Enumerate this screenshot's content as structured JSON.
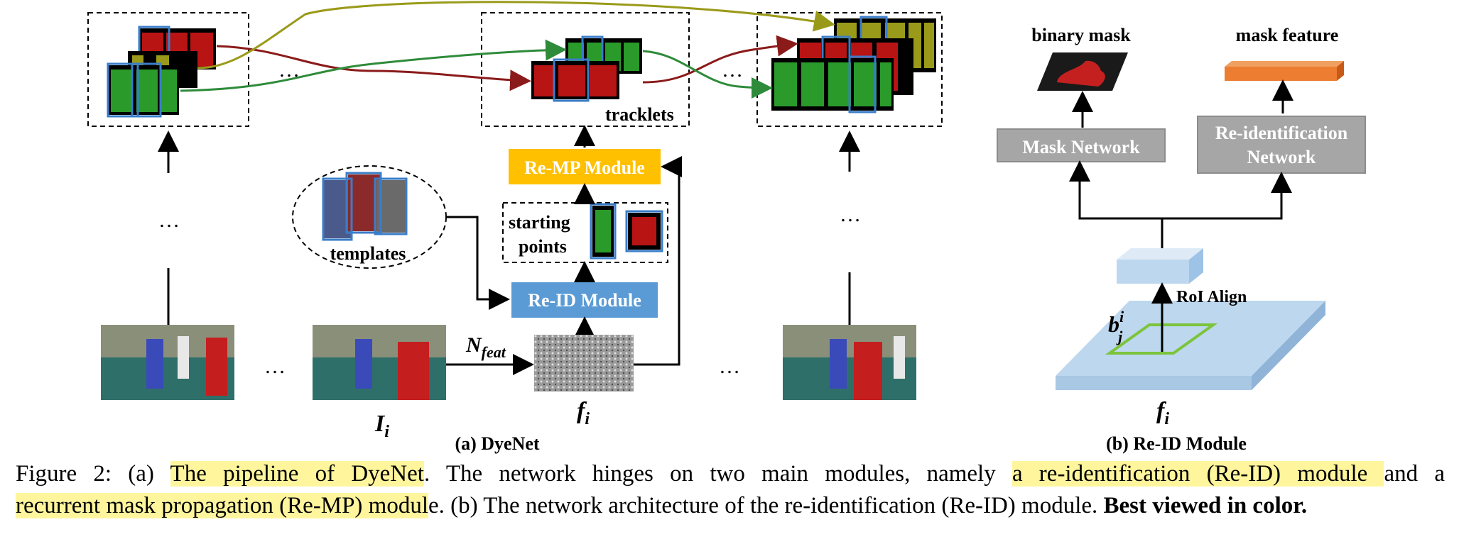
{
  "panel_a": {
    "subcaption": "(a) DyeNet",
    "labels": {
      "tracklets": "tracklets",
      "remp_module": "Re-MP Module",
      "starting": "starting",
      "points": "points",
      "templates": "templates",
      "reid_module": "Re-ID Module",
      "n_symbol": "N",
      "n_sub": "feat",
      "frame_symbol": "I",
      "frame_sub": "i",
      "feature_symbol": "f",
      "feature_sub": "i",
      "ellipsis": "…"
    }
  },
  "panel_b": {
    "subcaption": "(b) Re-ID Module",
    "labels": {
      "binary_mask": "binary mask",
      "mask_feature": "mask feature",
      "mask_network": "Mask Network",
      "reid_network_l1": "Re-identification",
      "reid_network_l2": "Network",
      "roi_align": "RoI Align",
      "b_symbol": "b",
      "b_sup": "i",
      "b_sub": "j",
      "feature_symbol": "f",
      "feature_sub": "i"
    }
  },
  "caption": {
    "prefix": "Figure 2:  (a) ",
    "hl1": "The pipeline of DyeNet",
    "t2": ".  The network hinges on two main modules, namely ",
    "hl2": "a re-identification (Re-ID) module ",
    "t3": "and a",
    "hl3": "recurrent mask propagation (Re-MP) modul",
    "t4": "e. (b) The network architecture of the re-identification (Re-ID) module. ",
    "bold_end": "Best viewed in color."
  },
  "colors": {
    "remp_module": "#ffc000",
    "reid_module": "#5b9bd5",
    "network_box": "#a6a6a6",
    "mask_feature": "#ed7d31",
    "binary_mask": "#c00000",
    "arrow_red": "#8b1a1a",
    "arrow_green": "#2e8b3a",
    "arrow_olive": "#9a9a1a",
    "feature_map": "#bdd7ee",
    "roi_box": "#7cc43c",
    "highlight": "#fff59d"
  }
}
